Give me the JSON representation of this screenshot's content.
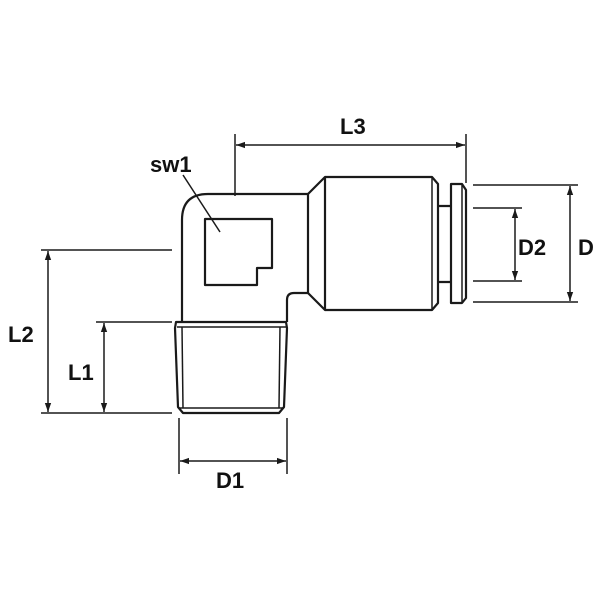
{
  "drawing": {
    "title": "Male elbow push-in fitting dimension drawing",
    "line_color": "#1a1a1a",
    "labels": {
      "sw1": "sw1",
      "L3": "L3",
      "D2": "D2",
      "D": "D",
      "L2": "L2",
      "L1": "L1",
      "D1": "D1"
    }
  }
}
